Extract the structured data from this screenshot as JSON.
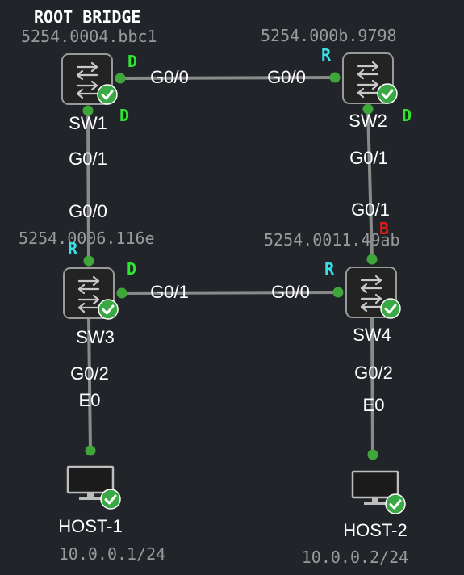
{
  "title": "ROOT BRIDGE",
  "colors": {
    "background": "#212429",
    "link": "#8a8a8a",
    "port_dot": "#3ea63a",
    "designated": "#2ee62e",
    "root": "#38e0e6",
    "blocked": "#e21a1a",
    "check": "#3aa844",
    "label": "#ffffff",
    "mac": "#9a9a9a"
  },
  "switches": [
    {
      "name": "SW1",
      "mac": "5254.0004.bbc1",
      "icon": "switch-icon"
    },
    {
      "name": "SW2",
      "mac": "5254.000b.9798",
      "icon": "switch-icon"
    },
    {
      "name": "SW3",
      "mac": "5254.0006.116e",
      "icon": "switch-icon"
    },
    {
      "name": "SW4",
      "mac": "5254.0011.49ab",
      "icon": "switch-icon"
    }
  ],
  "hosts": [
    {
      "name": "HOST-1",
      "ip": "10.0.0.1/24",
      "icon": "monitor-icon"
    },
    {
      "name": "HOST-2",
      "ip": "10.0.0.2/24",
      "icon": "monitor-icon"
    }
  ],
  "links": [
    {
      "a_port": "G0/0",
      "b_port": "G0/0"
    },
    {
      "a_port": "G0/1",
      "b_port": "G0/0"
    },
    {
      "a_port": "G0/1",
      "b_port": "G0/1"
    },
    {
      "a_port": "G0/1",
      "b_port": "G0/0"
    },
    {
      "a_port": "G0/2",
      "b_port": "E0"
    },
    {
      "a_port": "G0/2",
      "b_port": "E0"
    }
  ],
  "port_roles": {
    "sw1_right": "D",
    "sw1_down": "D",
    "sw2_left": "R",
    "sw2_down": "D",
    "sw3_up": "R",
    "sw3_right": "D",
    "sw4_left": "R",
    "sw4_up": "B"
  }
}
